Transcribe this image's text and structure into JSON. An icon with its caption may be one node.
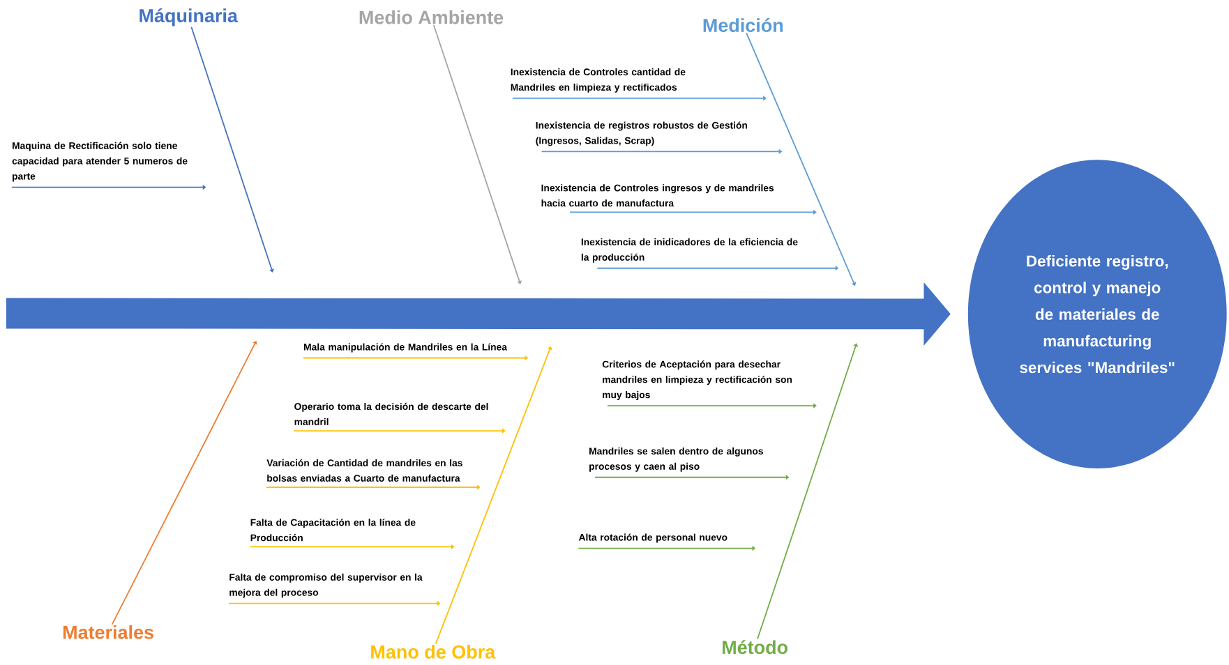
{
  "diagram": {
    "nodes": [
      {
        "text": [
          "Máquinaria"
        ]
      },
      {
        "text": [
          "Medio Ambiente"
        ]
      },
      {
        "text": [
          "Medición"
        ]
      },
      {
        "text": [
          "Maquina de Rectificación solo tiene capacidad para atender 5 numeros de parte"
        ]
      },
      {
        "text": [
          "Inexistencia de Controles cantidad de Mandriles en limpieza y rectificados"
        ]
      },
      {
        "text": [
          "Inexistencia de registros robustos de Gestión (Ingresos, Salidas, Scrap)"
        ]
      },
      {
        "text": [
          "Inexistencia de Controles ingresos y de mandriles hacia cuarto de manufactura"
        ]
      },
      {
        "text": [
          "Inexistencia de inidicadores de la eficiencia de la producción"
        ]
      },
      {
        "text": [
          "Deficiente registro, control y manejo de materiales de manufacturing services \"Mandriles\""
        ]
      },
      {
        "text": [
          "Mala manipulación de Mandriles en la Línea"
        ]
      },
      {
        "text": [
          "Operario toma la decisión de descarte del mandril"
        ]
      },
      {
        "text": [
          "Variación de Cantidad de mandriles en las bolsas enviadas a Cuarto de manufactura"
        ]
      },
      {
        "text": [
          "Falta de Capacitación en la línea de Producción"
        ]
      },
      {
        "text": [
          "Falta de compromiso del supervisor en la mejora del proceso"
        ]
      },
      {
        "text": [
          "Criterios de Aceptación para desechar mandriles en limpieza y rectificación son muy bajos"
        ]
      },
      {
        "text": [
          "Mandriles se salen dentro de algunos procesos y caen al piso"
        ]
      },
      {
        "text": [
          "Alta rotación de personal nuevo"
        ]
      },
      {
        "text": [
          "Materiales"
        ]
      },
      {
        "text": [
          "Mano de Obra"
        ]
      },
      {
        "text": [
          "Método"
        ]
      }
    ],
    "edges": [
      {
        "from": 0,
        "to": null,
        "arrow": "to",
        "color": "#4472c4"
      },
      {
        "from": 1,
        "to": null,
        "arrow": "to",
        "color": "#a5a5a5"
      },
      {
        "from": 2,
        "to": null,
        "arrow": "to",
        "color": "#5b9bd5"
      },
      {
        "from": 3,
        "to": null,
        "arrow": "to",
        "color": "#4472c4"
      },
      {
        "from": 4,
        "to": null,
        "arrow": "to",
        "color": "#5b9bd5"
      },
      {
        "from": 5,
        "to": null,
        "arrow": "to",
        "color": "#5b9bd5"
      },
      {
        "from": 6,
        "to": null,
        "arrow": "to",
        "color": "#5b9bd5"
      },
      {
        "from": 7,
        "to": null,
        "arrow": "to",
        "color": "#5b9bd5"
      },
      {
        "from": null,
        "to": 8,
        "arrow": "to",
        "style": "thick",
        "color": "#4472c4"
      },
      {
        "from": 9,
        "to": null,
        "arrow": "to",
        "color": "#ffc000"
      },
      {
        "from": 10,
        "to": null,
        "arrow": "to",
        "color": "#ffc000"
      },
      {
        "from": 11,
        "to": null,
        "arrow": "to",
        "color": "#ffc000"
      },
      {
        "from": 12,
        "to": null,
        "arrow": "to",
        "color": "#ffc000"
      },
      {
        "from": 13,
        "to": null,
        "arrow": "to",
        "color": "#ffc000"
      },
      {
        "from": 14,
        "to": null,
        "arrow": "to",
        "color": "#70ad47"
      },
      {
        "from": 15,
        "to": null,
        "arrow": "to",
        "color": "#70ad47"
      },
      {
        "from": 16,
        "to": null,
        "arrow": "to",
        "color": "#70ad47"
      },
      {
        "from": 17,
        "to": null,
        "arrow": "to",
        "color": "#ed7d31"
      },
      {
        "from": 18,
        "to": null,
        "arrow": "to",
        "color": "#ffc000"
      },
      {
        "from": 19,
        "to": null,
        "arrow": "to",
        "color": "#70ad47"
      }
    ]
  }
}
